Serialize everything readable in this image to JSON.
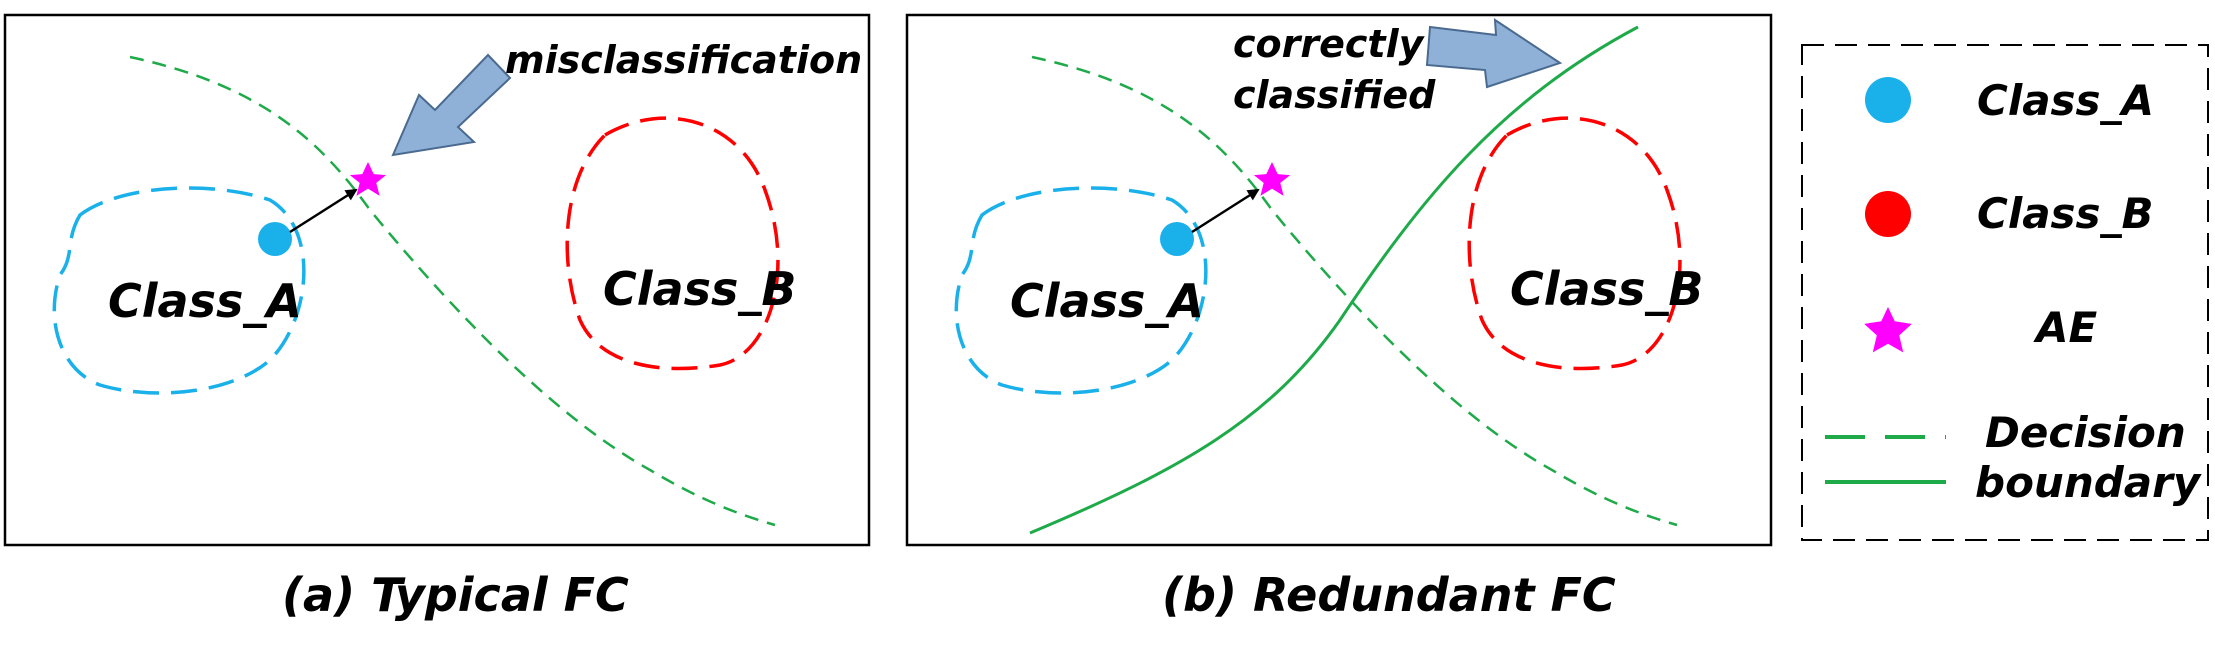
{
  "panels": [
    {
      "caption": "(a) Typical FC",
      "class_a_label": "Class_A",
      "class_b_label": "Class_B",
      "annotation": "misclassification"
    },
    {
      "caption": "(b) Redundant FC",
      "class_a_label": "Class_A",
      "class_b_label": "Class_B",
      "annotation_line1": "correctly",
      "annotation_line2": "classified"
    }
  ],
  "legend": {
    "class_a": "Class_A",
    "class_b": "Class_B",
    "ae": "AE",
    "decision_line1": "Decision",
    "decision_line2": "boundary"
  },
  "colors": {
    "class_a": "#1ab0ea",
    "class_b": "#ff0000",
    "ae": "#ff00ff",
    "boundary": "#1faa4a",
    "callout_fill": "#8fb1d8",
    "callout_stroke": "#4a6a90"
  }
}
